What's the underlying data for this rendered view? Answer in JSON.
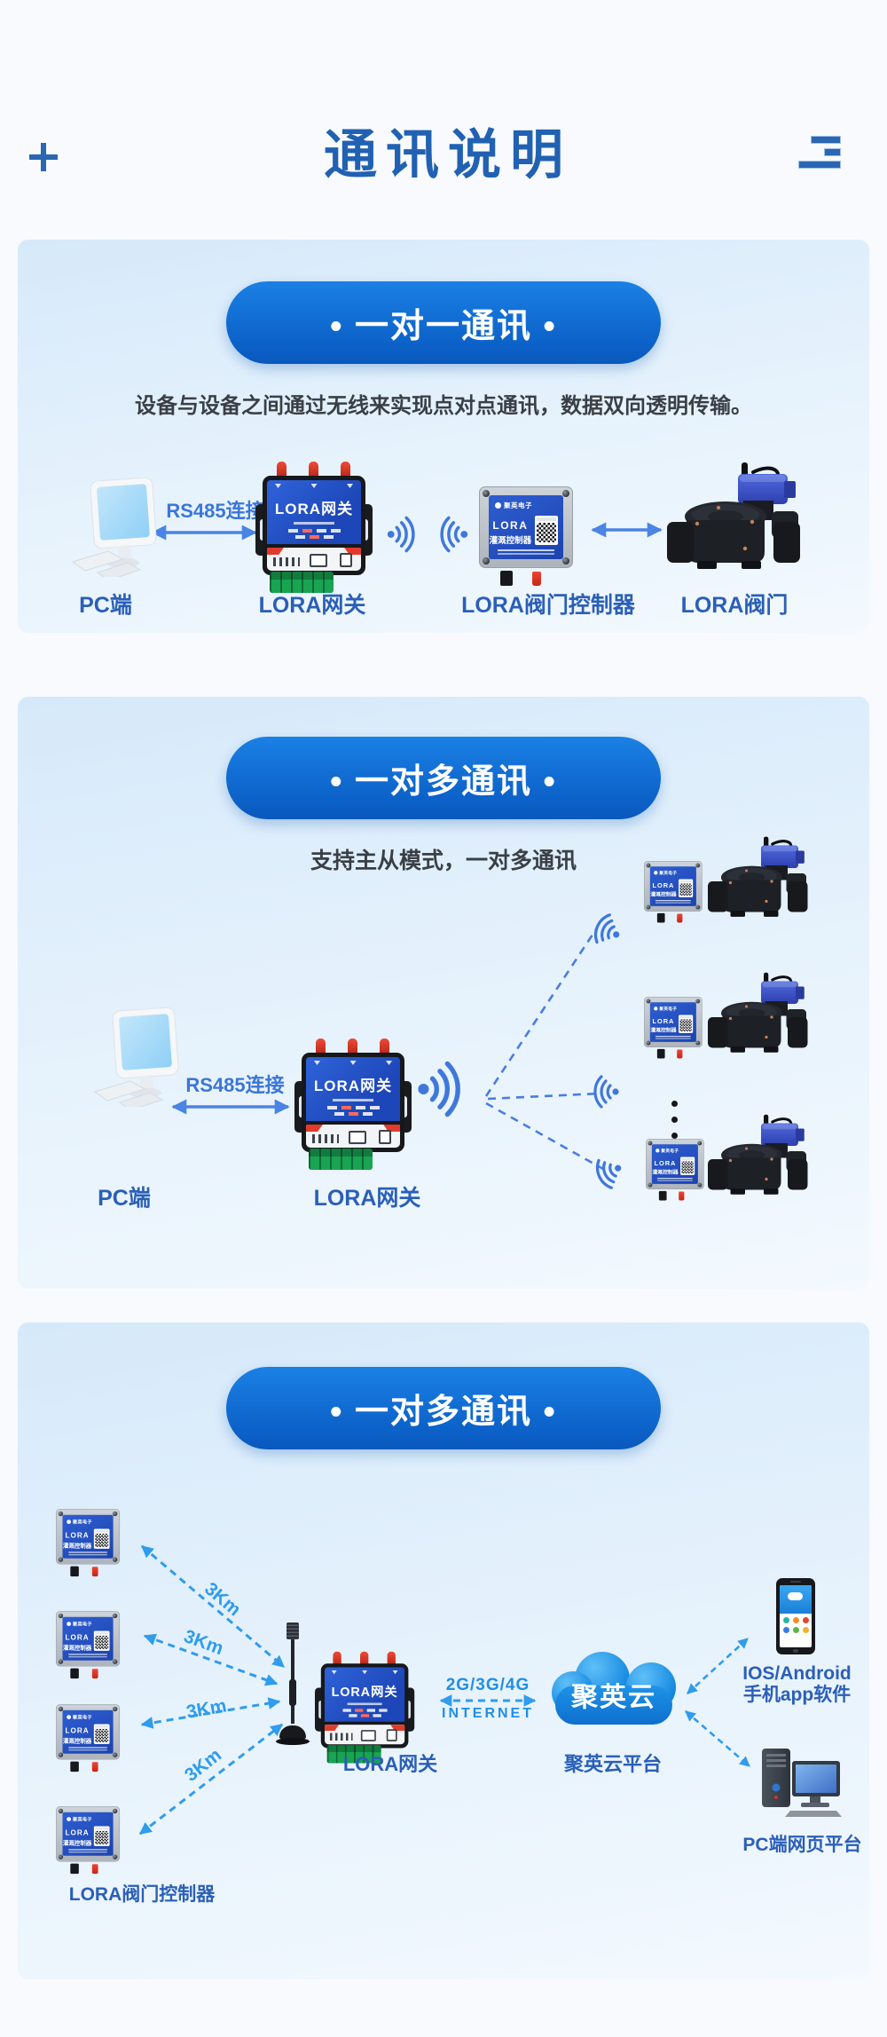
{
  "header": {
    "title": "通讯说明"
  },
  "devices": {
    "gateway_face": {
      "title": "LORA网关"
    },
    "controller_face": {
      "brand": "聚英电子",
      "model": "LORA",
      "type": "灌溉控制器"
    },
    "cloud": {
      "name": "聚英云"
    }
  },
  "section_one_to_one": {
    "badge": "• 一对一通讯 •",
    "subtitle": "设备与设备之间通过无线来实现点对点通讯，数据双向透明传输。",
    "rs485_label": "RS485连接",
    "labels": {
      "pc": "PC端",
      "gateway": "LORA网关",
      "controller": "LORA阀门控制器",
      "valve": "LORA阀门"
    }
  },
  "section_one_to_many": {
    "badge": "• 一对多通讯 •",
    "subtitle": "支持主从模式，一对多通讯",
    "rs485_label": "RS485连接",
    "labels": {
      "pc": "PC端",
      "gateway": "LORA网关"
    }
  },
  "section_cloud": {
    "badge": "• 一对多通讯 •",
    "distance_label": "3Km",
    "network_top": "2G/3G/4G",
    "network_bottom": "INTERNET",
    "labels": {
      "controllers": "LORA阀门控制器",
      "gateway": "LORA网关",
      "cloud": "聚英云平台",
      "app_line1": "IOS/Android",
      "app_line2": "手机app软件",
      "web": "PC端网页平台"
    }
  }
}
